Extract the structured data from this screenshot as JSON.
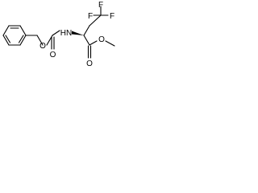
{
  "molecule": {
    "atom_labels": {
      "f_top": "F",
      "f_left": "F",
      "f_right": "F",
      "nh": "HN",
      "o_carbamate_ester": "O",
      "o_carbamate_carbonyl": "O",
      "o_ester_carbonyl": "O",
      "o_ester_methoxy": "O"
    }
  }
}
